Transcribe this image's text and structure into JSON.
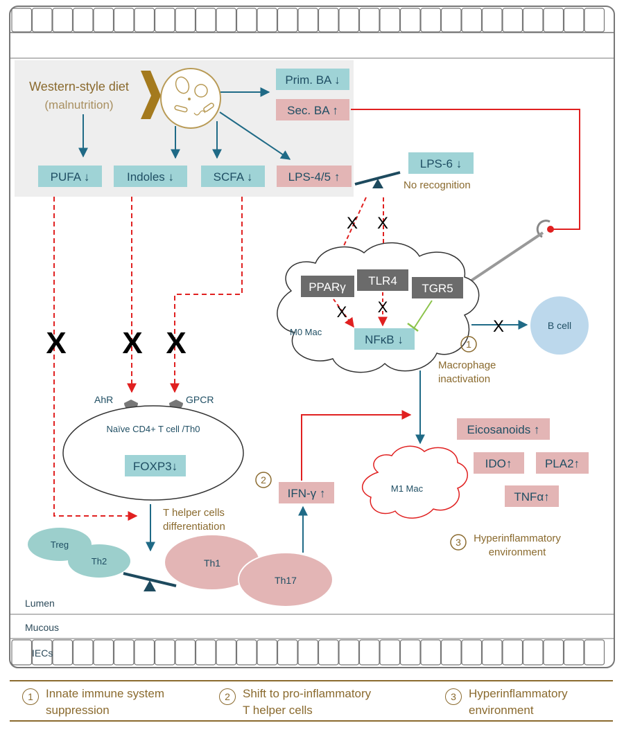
{
  "diet": {
    "title": "Western-style diet",
    "subtitle": "(malnutrition)"
  },
  "metabolites": {
    "prim_ba": "Prim. BA ↓",
    "sec_ba": "Sec. BA ↑",
    "pufa": "PUFA ↓",
    "indoles": "Indoles ↓",
    "scfa": "SCFA ↓",
    "lps45": "LPS-4/5 ↑",
    "lps6": "LPS-6 ↓",
    "no_recognition": "No recognition"
  },
  "macrophage": {
    "m0_label": "M0 Mac",
    "ppar": "PPARγ",
    "tlr4": "TLR4",
    "tgr5": "TGR5",
    "nfkb": "NFκB ↓",
    "inactivation": "Macrophage\ninactivation",
    "b_cell": "B cell",
    "m1_label": "M1 Mac"
  },
  "tcell": {
    "ahr": "AhR",
    "gpcr": "GPCR",
    "naive": "Naïve CD4+ T cell /Th0",
    "foxp3": "FOXP3↓",
    "differentiation": "T helper cells\ndifferentiation",
    "treg": "Treg",
    "th2": "Th2",
    "th1": "Th1",
    "th17": "Th17",
    "ifn": "IFN-γ ↑"
  },
  "inflammation": {
    "eicosanoids": "Eicosanoids ↑",
    "ido": "IDO↑",
    "pla2": "PLA2↑",
    "tnf": "TNFα↑",
    "hyper": "Hyperinflammatory\nenvironment"
  },
  "markers": {
    "one": "1",
    "two": "2",
    "three": "3"
  },
  "layers": {
    "lumen": "Lumen",
    "mucous": "Mucous",
    "iecs": "IECs"
  },
  "legend": [
    {
      "num": "1",
      "text": "Innate immune system\nsuppression"
    },
    {
      "num": "2",
      "text": "Shift to pro-inflammatory\nT helper cells"
    },
    {
      "num": "3",
      "text": "Hyperinflammatory\nenvironment"
    }
  ],
  "colors": {
    "blue_box": "#9fd3d6",
    "red_box": "#e3b5b5",
    "arrow_blue": "#1f6a86",
    "arrow_red": "#e02020",
    "gold": "#8a6a2e",
    "gray_box": "#6b6b6b"
  }
}
